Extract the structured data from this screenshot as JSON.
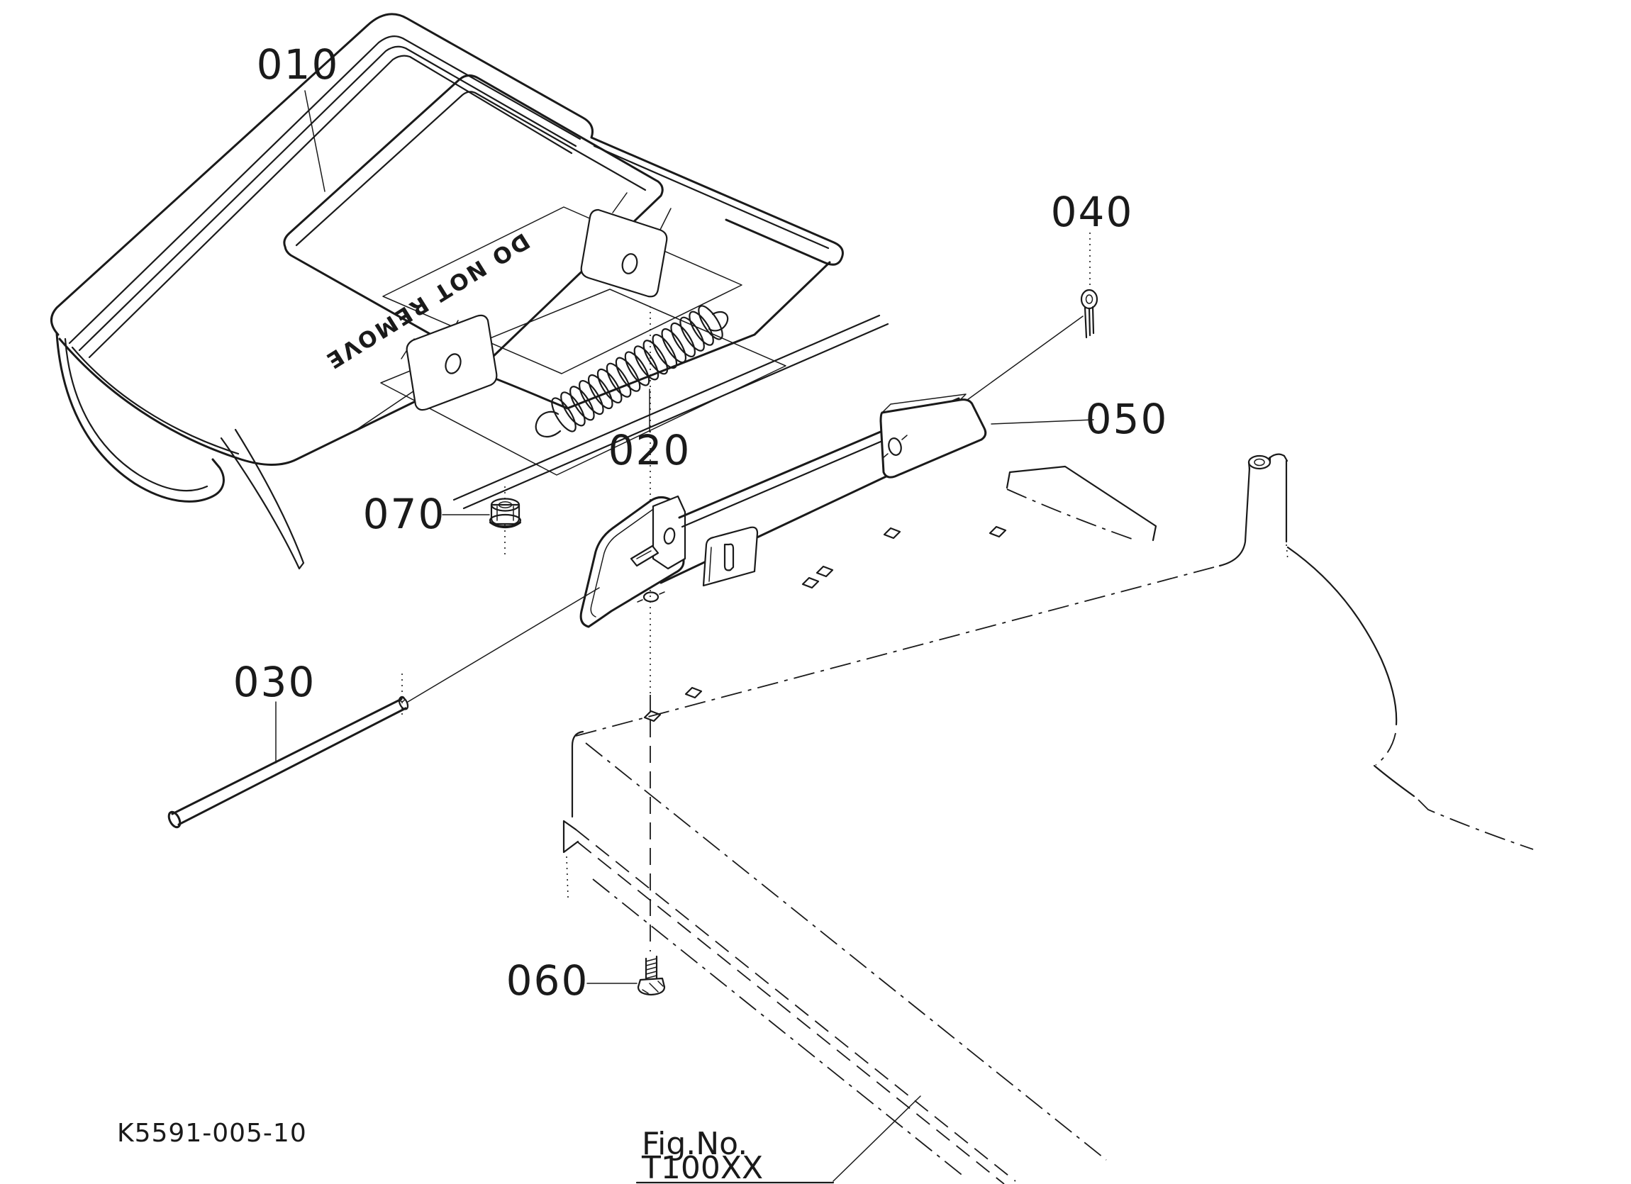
{
  "page": {
    "background": "#ffffff",
    "line_color": "#1a1a1a"
  },
  "diagram": {
    "cover_marking": "DO NOT REMOVE",
    "drawing_number": "K5591-005-10",
    "fig_ref": {
      "label": "Fig.No.",
      "value": "T100XX"
    }
  },
  "callouts": [
    {
      "ref": "010"
    },
    {
      "ref": "020"
    },
    {
      "ref": "030"
    },
    {
      "ref": "040"
    },
    {
      "ref": "050"
    },
    {
      "ref": "060"
    },
    {
      "ref": "070"
    }
  ]
}
